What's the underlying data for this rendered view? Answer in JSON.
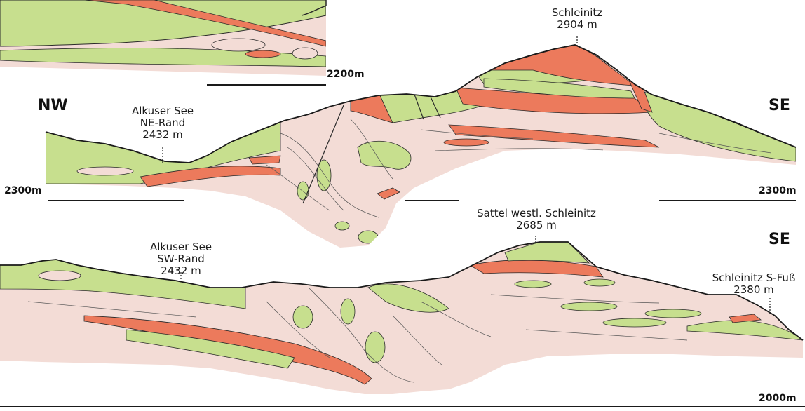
{
  "colors": {
    "background": "#ffffff",
    "groundmass": "#f3dcd6",
    "green_layer": "#c7df8e",
    "red_layer": "#ec7a5c",
    "outline": "#2a2a2a"
  },
  "orientation": {
    "nw": "NW",
    "se_upper": "SE",
    "se_lower": "SE"
  },
  "scale_labels": {
    "s2200": "2200m",
    "s2300_left": "2300m",
    "s2300_right": "2300m",
    "s2000": "2000m"
  },
  "locations": {
    "schleinitz": {
      "name": "Schleinitz",
      "elevation": "2904 m"
    },
    "alkuser_ne": {
      "name_line1": "Alkuser See",
      "name_line2": "NE-Rand",
      "elevation": "2432 m"
    },
    "sattel": {
      "name": "Sattel westl. Schleinitz",
      "elevation": "2685 m"
    },
    "alkuser_sw": {
      "name_line1": "Alkuser See",
      "name_line2": "SW-Rand",
      "elevation": "2432 m"
    },
    "schleinitz_sfuss": {
      "name": "Schleinitz S-Fuß",
      "elevation": "2380 m"
    }
  }
}
